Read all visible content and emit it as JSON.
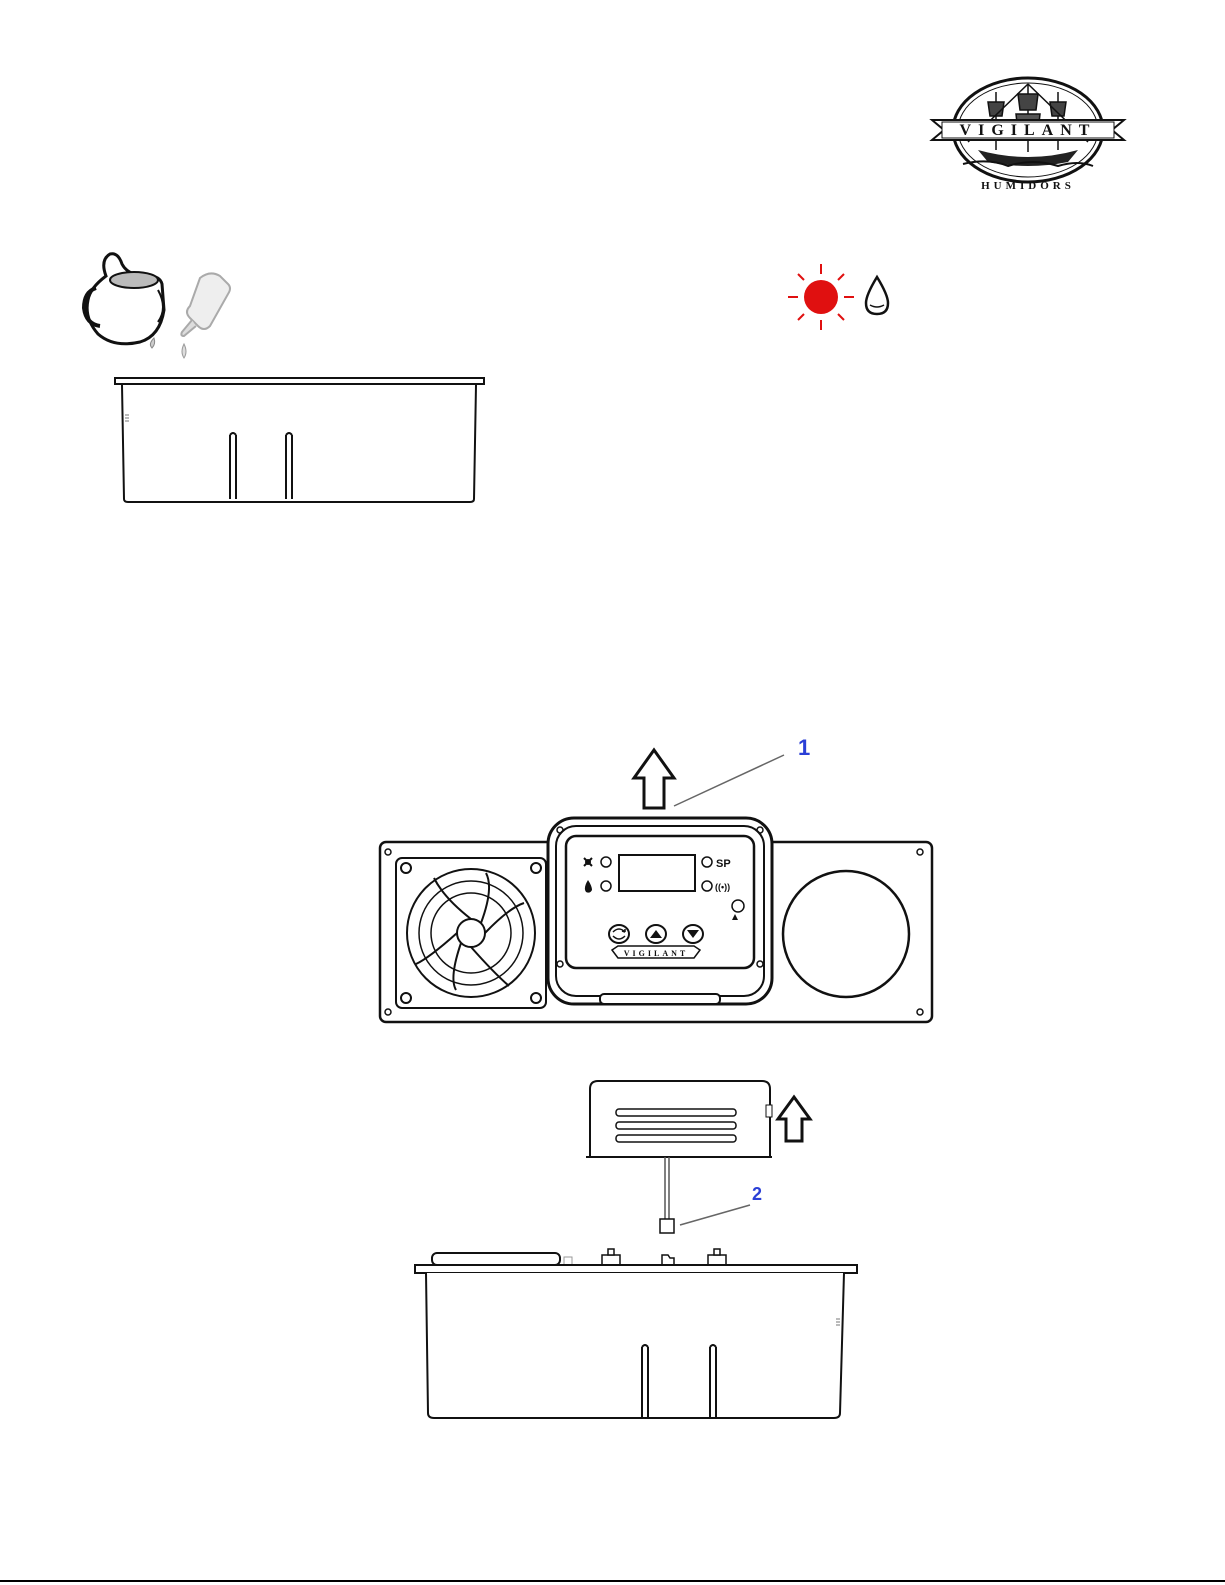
{
  "logo": {
    "brand_word": "VIGILANT",
    "sub_word": "HUMIDORS"
  },
  "indicators": {
    "led_color": "#e01010",
    "led_icon": "red-led-icon",
    "drop_icon": "water-drop-icon"
  },
  "figure_top": {
    "pitcher_icon": "water-pitcher-icon",
    "bottle_icon": "squeeze-bottle-icon",
    "tray_icon": "water-tray-icon"
  },
  "figure_panel": {
    "callout_number": "1",
    "callout_color": "#2a3fd6",
    "control_labels": {
      "setpoint": "SP",
      "alarm": "((•))"
    },
    "plate_text": "VIGILANT"
  },
  "figure_bottom": {
    "callout_number": "2"
  }
}
